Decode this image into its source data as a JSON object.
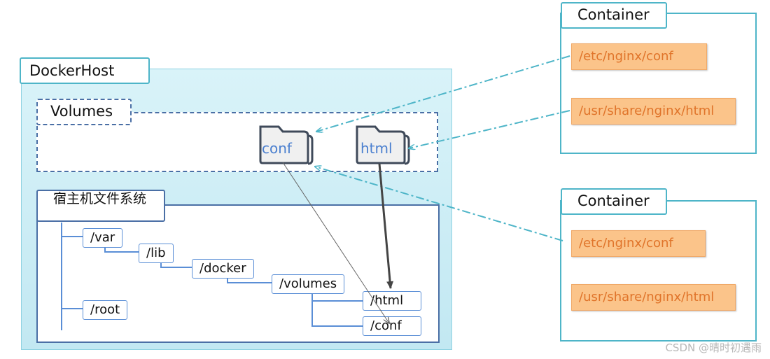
{
  "docker_host": {
    "title": "DockerHost"
  },
  "volumes": {
    "title": "Volumes",
    "folders": [
      {
        "label": "conf",
        "icon": "folder-icon"
      },
      {
        "label": "html",
        "icon": "folder-icon"
      }
    ]
  },
  "host_fs": {
    "title": "宿主机文件系统",
    "nodes": {
      "var": "/var",
      "lib": "/lib",
      "docker": "/docker",
      "volumes": "/volumes",
      "html": "/html",
      "conf": "/conf",
      "root": "/root"
    }
  },
  "containers": [
    {
      "title": "Container",
      "paths": [
        "/etc/nginx/conf",
        "/usr/share/nginx/html"
      ]
    },
    {
      "title": "Container",
      "paths": [
        "/etc/nginx/conf",
        "/usr/share/nginx/html"
      ]
    }
  ],
  "watermark": "CSDN @晴时初遇雨",
  "colors": {
    "accent": "#4eb5c8",
    "host_bg": "#c8ecf5",
    "tree_border": "#5a8ed6",
    "path_fill": "#fbc48a",
    "path_text": "#e0742a"
  }
}
